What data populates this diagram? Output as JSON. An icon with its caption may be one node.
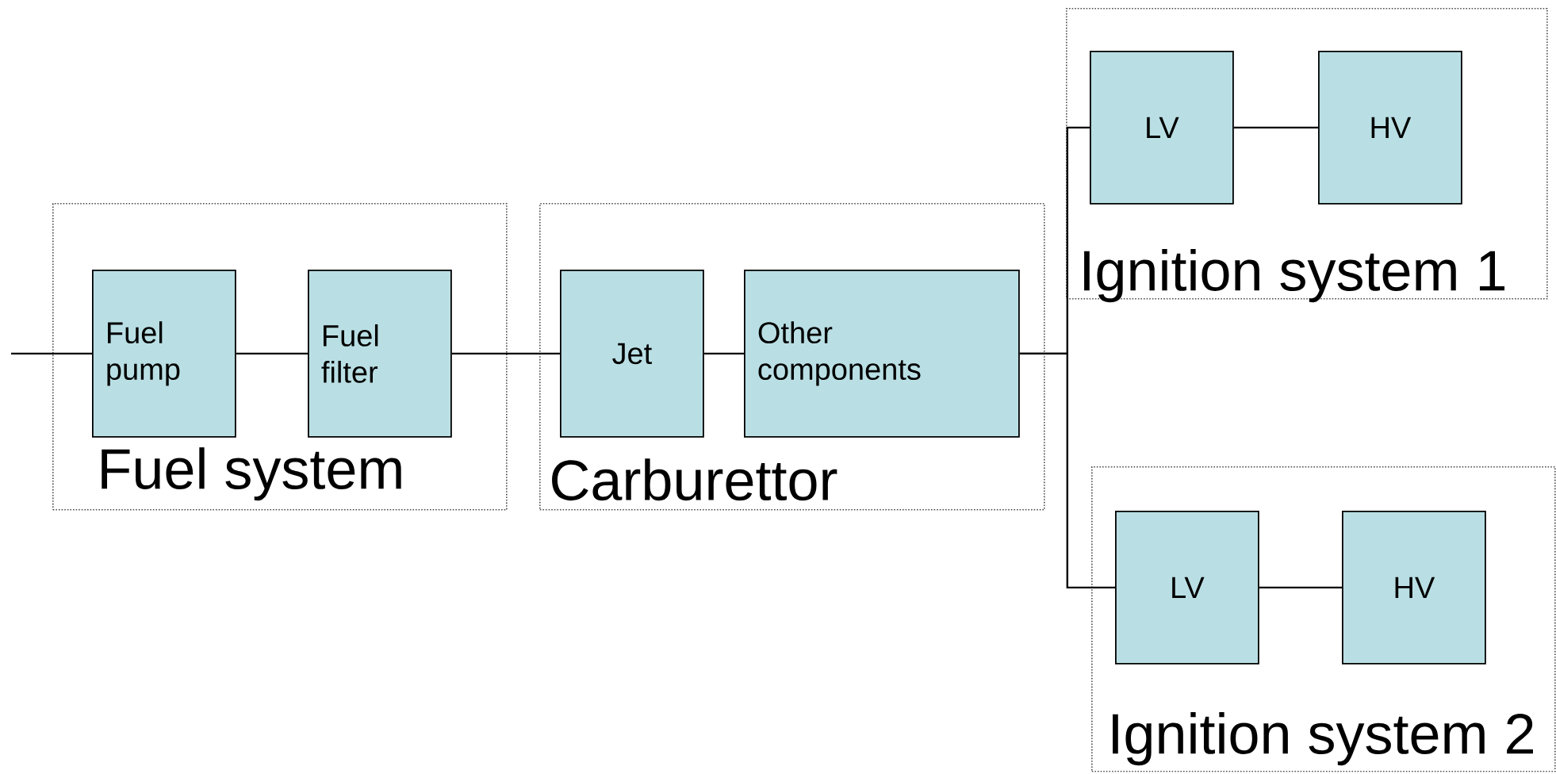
{
  "diagram": {
    "nodes": [
      {
        "text": [
          "Fuel system"
        ]
      },
      {
        "text": [
          "Fuel pump"
        ],
        "in": 0
      },
      {
        "text": [
          "Fuel filter"
        ],
        "in": 0
      },
      {
        "text": [
          "Carburettor"
        ]
      },
      {
        "text": [
          "Jet"
        ],
        "in": 3
      },
      {
        "text": [
          "Other components"
        ],
        "in": 3
      },
      {
        "text": [
          "Ignition system 1"
        ]
      },
      {
        "text": [
          "LV"
        ],
        "in": 6
      },
      {
        "text": [
          "HV"
        ],
        "in": 6
      },
      {
        "text": [
          "Ignition system 2"
        ]
      },
      {
        "text": [
          "LV"
        ],
        "in": 9
      },
      {
        "text": [
          "HV"
        ],
        "in": 9
      }
    ],
    "edges": [
      {
        "from": null,
        "to": 1,
        "arrow": "none"
      },
      {
        "from": 1,
        "to": 2,
        "arrow": "none"
      },
      {
        "from": 2,
        "to": 4,
        "arrow": "none"
      },
      {
        "from": 4,
        "to": 5,
        "arrow": "none"
      },
      {
        "from": 5,
        "to": 7,
        "arrow": "none"
      },
      {
        "from": 5,
        "to": 10,
        "arrow": "none"
      },
      {
        "from": 7,
        "to": 8,
        "arrow": "none"
      },
      {
        "from": 10,
        "to": 11,
        "arrow": "none"
      }
    ]
  }
}
